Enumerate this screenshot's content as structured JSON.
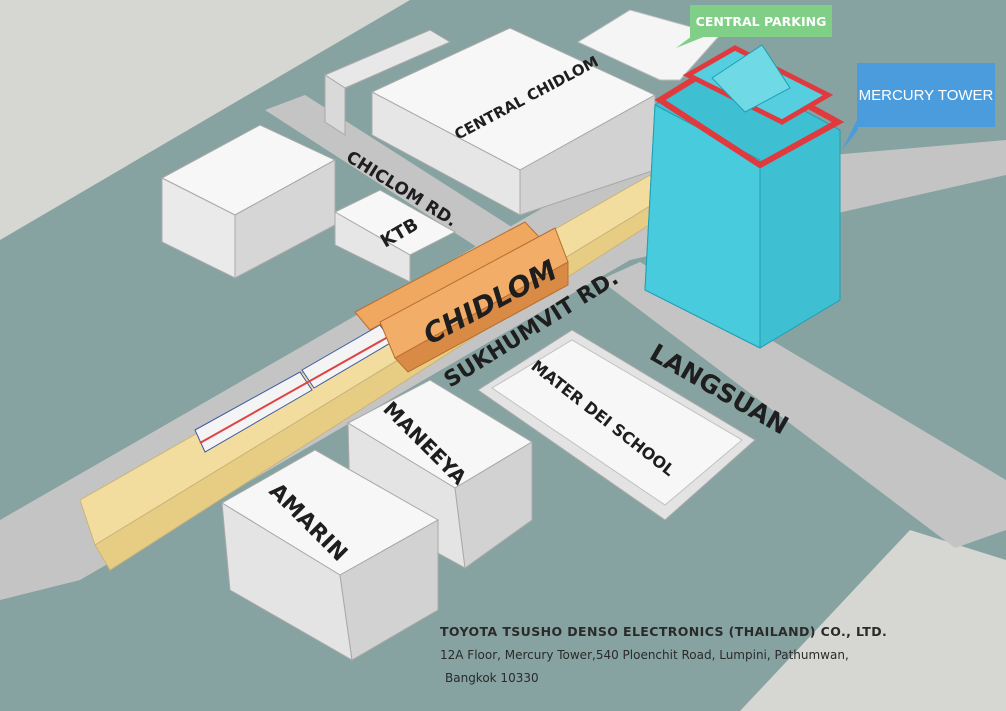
{
  "labels": {
    "central_parking": "CENTRAL PARKING",
    "mercury_tower": "MERCURY TOWER",
    "central_chidlom": "CENTRAL CHIDLOM",
    "chiclom_rd": "CHICLOM RD.",
    "ktb": "KTB",
    "chidlom": "CHIDLOM",
    "sukhumvit_rd": "SUKHUMVIT RD.",
    "mater_dei_school": "MATER DEI SCHOOL",
    "langsuan": "LANGSUAN",
    "maneeya": "MANEEYA",
    "amarin": "AMARIN"
  },
  "address": {
    "company": "TOYOTA TSUSHO DENSO ELECTRONICS (THAILAND) CO., LTD.",
    "line1": "12A Floor, Mercury Tower,540 Ploenchit Road, Lumpini, Pathumwan,",
    "line2": "Bangkok 10330"
  },
  "colors": {
    "background": "#d6d6d2",
    "ground": "#86a3a1",
    "road": "#c4c4c4",
    "building": "#f2f2f2",
    "rail": "#f2dd9e",
    "station": "#eea05d",
    "tower": "#3fc0d2",
    "tower_band": "#e03a3e",
    "callout_green": "#7fcf86",
    "callout_blue": "#4a9cdc"
  }
}
